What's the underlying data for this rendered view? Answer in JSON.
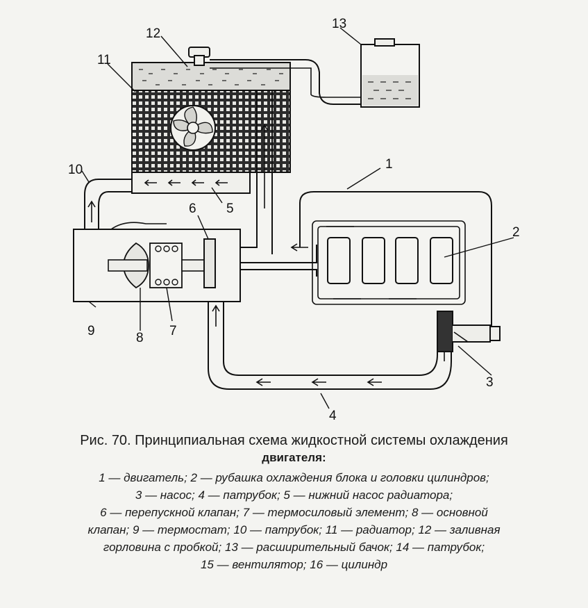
{
  "labels": {
    "n1": "1",
    "n2": "2",
    "n3": "3",
    "n4": "4",
    "n5": "5",
    "n6": "6",
    "n7": "7",
    "n8": "8",
    "n9": "9",
    "n10": "10",
    "n11": "11",
    "n12": "12",
    "n13": "13"
  },
  "caption": {
    "title": "Рис. 70. Принципиальная схема жидкостной системы охлаждения",
    "subtitle": "двигателя:",
    "lines": [
      "1 — двигатель; 2 — рубашка охлаждения блока и головки цилиндров;",
      "3 — насос; 4 — патрубок; 5 — нижний насос радиатора;",
      "6 — перепускной клапан; 7 — термосиловый элемент; 8 — основной",
      "клапан; 9 — термостат; 10 — патрубок; 11 — радиатор; 12 — заливная",
      "горловина с пробкой; 13 — расширительный бачок; 14 — патрубок;",
      "15 — вентилятор; 16 — цилиндр"
    ]
  }
}
